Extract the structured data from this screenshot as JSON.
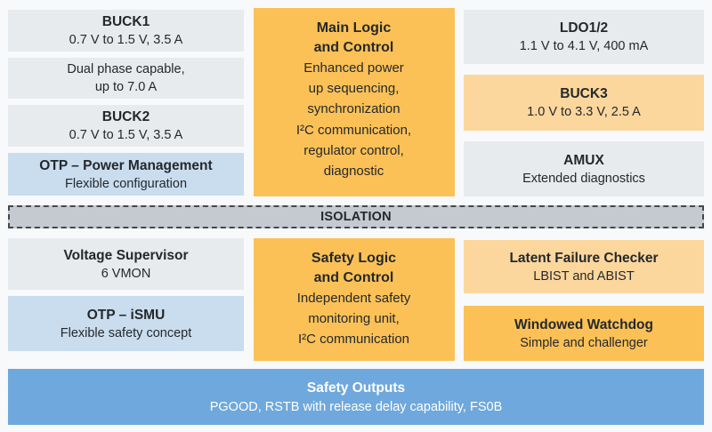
{
  "colors": {
    "bg": "#f7f9fb",
    "gray_block": "#e8ebee",
    "blue_block": "#c9ddef",
    "orange_block": "#fbc157",
    "light_orange_block": "#fcd79d",
    "isolation_fill": "#c4cad0",
    "isolation_border": "#43484c",
    "safety_bar": "#6fa8dc",
    "text_dark": "#25282b",
    "text_white": "#ffffff"
  },
  "top": {
    "left": [
      {
        "title": "BUCK1",
        "subtitle": "0.7 V to 1.5 V, 3.5 A"
      },
      {
        "line1": "Dual phase capable,",
        "line2": "up to 7.0 A"
      },
      {
        "title": "BUCK2",
        "subtitle": "0.7 V to 1.5 V, 3.5 A"
      },
      {
        "title": "OTP – Power Management",
        "subtitle": "Flexible configuration"
      }
    ],
    "mid": {
      "title_lines": [
        "Main Logic",
        "and Control"
      ],
      "body_lines": [
        "Enhanced power",
        "up sequencing,",
        "synchronization",
        "I²C communication,",
        "regulator control,",
        "diagnostic"
      ]
    },
    "right": [
      {
        "title": "LDO1/2",
        "subtitle": "1.1 V to 4.1 V, 400 mA"
      },
      {
        "title": "BUCK3",
        "subtitle": "1.0 V to 3.3 V, 2.5 A"
      },
      {
        "title": "AMUX",
        "subtitle": "Extended diagnostics"
      }
    ]
  },
  "isolation": {
    "label": "ISOLATION"
  },
  "bottom": {
    "left": [
      {
        "title": "Voltage Supervisor",
        "subtitle": "6 VMON"
      },
      {
        "title": "OTP – iSMU",
        "subtitle": "Flexible safety concept"
      }
    ],
    "mid": {
      "title_lines": [
        "Safety Logic",
        "and Control"
      ],
      "body_lines": [
        "Independent safety",
        "monitoring unit,",
        "I²C communication"
      ]
    },
    "right": [
      {
        "title": "Latent Failure Checker",
        "subtitle": "LBIST and ABIST"
      },
      {
        "title": "Windowed Watchdog",
        "subtitle": "Simple and challenger"
      }
    ]
  },
  "safety_outputs": {
    "title": "Safety Outputs",
    "subtitle": "PGOOD, RSTB with release delay capability, FS0B"
  }
}
